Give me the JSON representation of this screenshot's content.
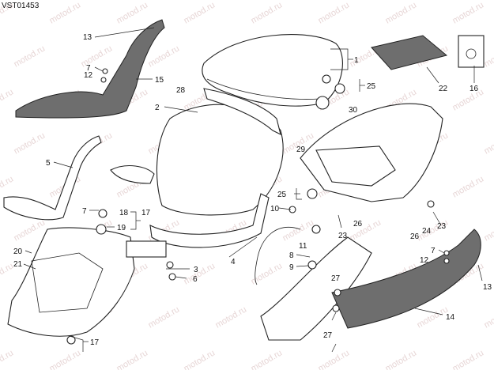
{
  "diagram": {
    "code": "VST01453",
    "watermark": "motod.ru",
    "callouts": {
      "c1": "1",
      "c2": "2",
      "c3": "3",
      "c4": "4",
      "c5": "5",
      "c6": "6",
      "c7a": "7",
      "c7b": "7",
      "c7c": "7",
      "c8": "8",
      "c9": "9",
      "c10": "10",
      "c11": "11",
      "c12a": "12",
      "c12b": "12",
      "c13a": "13",
      "c13b": "13",
      "c14": "14",
      "c15": "15",
      "c16": "16",
      "c17a": "17",
      "c17b": "17",
      "c18": "18",
      "c19": "19",
      "c20": "20",
      "c21": "21",
      "c22": "22",
      "c23a": "23",
      "c23b": "23",
      "c24": "24",
      "c25a": "25",
      "c25b": "25",
      "c26a": "26",
      "c26b": "26",
      "c27a": "27",
      "c27b": "27",
      "c28": "28",
      "c29": "29",
      "c30": "30"
    }
  }
}
